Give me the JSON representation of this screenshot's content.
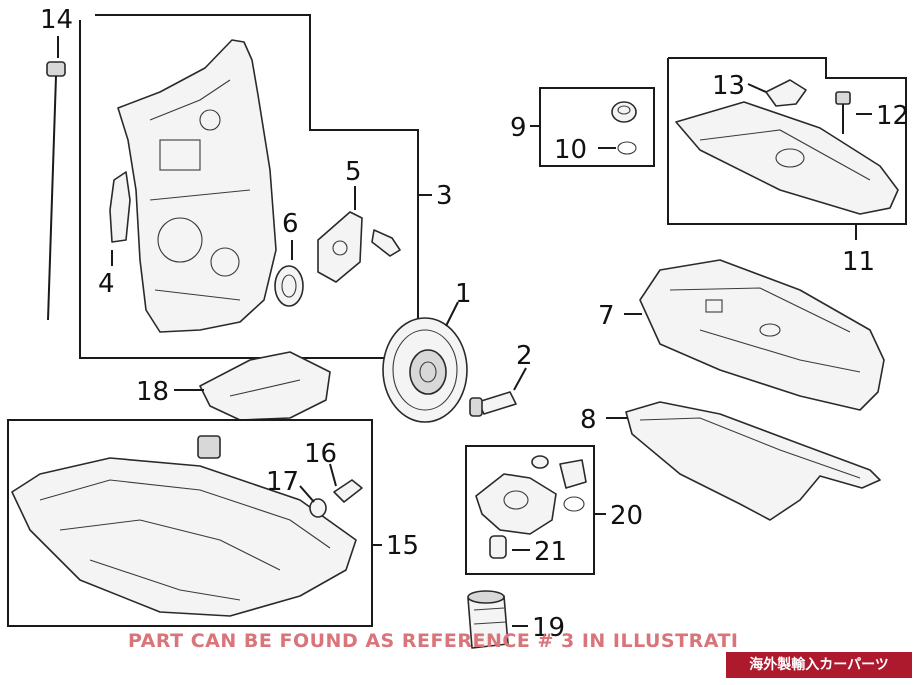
{
  "callouts": {
    "c1": "1",
    "c2": "2",
    "c3": "3",
    "c4": "4",
    "c5": "5",
    "c6": "6",
    "c7": "7",
    "c8": "8",
    "c9": "9",
    "c10": "10",
    "c11": "11",
    "c12": "12",
    "c13": "13",
    "c14": "14",
    "c15": "15",
    "c16": "16",
    "c17": "17",
    "c18": "18",
    "c19": "19",
    "c20": "20",
    "c21": "21"
  },
  "note": "PART CAN BE FOUND AS REFERENCE # 3 IN ILLUSTRATI",
  "badge": "海外製輸入カーパーツ",
  "colors": {
    "note": "#d9747a",
    "badge_bg": "#ad1a2e",
    "lines": "#1a1a1a"
  }
}
